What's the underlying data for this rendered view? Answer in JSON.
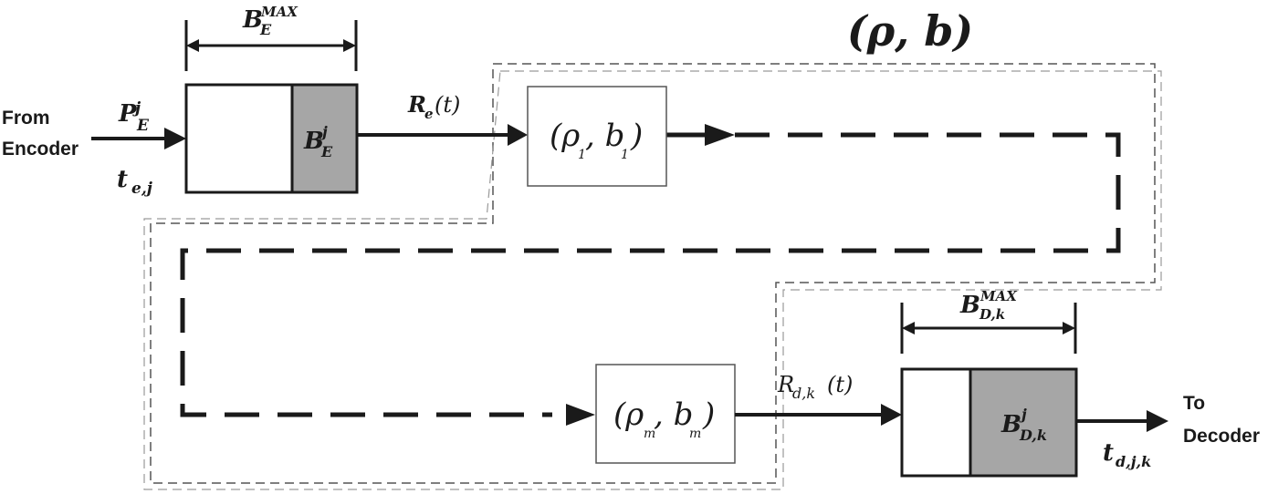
{
  "title": "(ρ, b)",
  "input": {
    "line1": "From",
    "line2": "Encoder",
    "packet": {
      "base": "P",
      "sub": "E",
      "sup": "j"
    },
    "time": {
      "base": "t",
      "sub": "e,j"
    }
  },
  "encoder_buffer": {
    "max": {
      "base": "B",
      "sub": "E",
      "sup": "MAX"
    },
    "fill": {
      "base": "B",
      "sub": "E",
      "sup": "j"
    }
  },
  "encoder_rate": {
    "text": "R",
    "sub": "e",
    "arg": "(t)"
  },
  "regulator_1": {
    "open": "(ρ",
    "sub1": "1",
    "mid": ", b",
    "sub2": "1",
    "close": ")"
  },
  "regulator_m": {
    "open": "(ρ",
    "sub1": "m",
    "mid": ", b",
    "sub2": "m",
    "close": ")"
  },
  "decoder_rate": {
    "text": "R",
    "sub": "d,k",
    "arg": "(t)"
  },
  "decoder_buffer": {
    "max": {
      "base": "B",
      "sub": "D,k",
      "sup": "MAX"
    },
    "fill": {
      "base": "B",
      "sub": "D,k",
      "sup": "j"
    }
  },
  "output": {
    "line1": "To",
    "line2": "Decoder",
    "time": {
      "base": "t",
      "sub": "d,j,k"
    }
  },
  "colors": {
    "stroke": "#1a1a1a",
    "buffer_fill": "#a6a6a6",
    "dashed_region": "#555555"
  }
}
